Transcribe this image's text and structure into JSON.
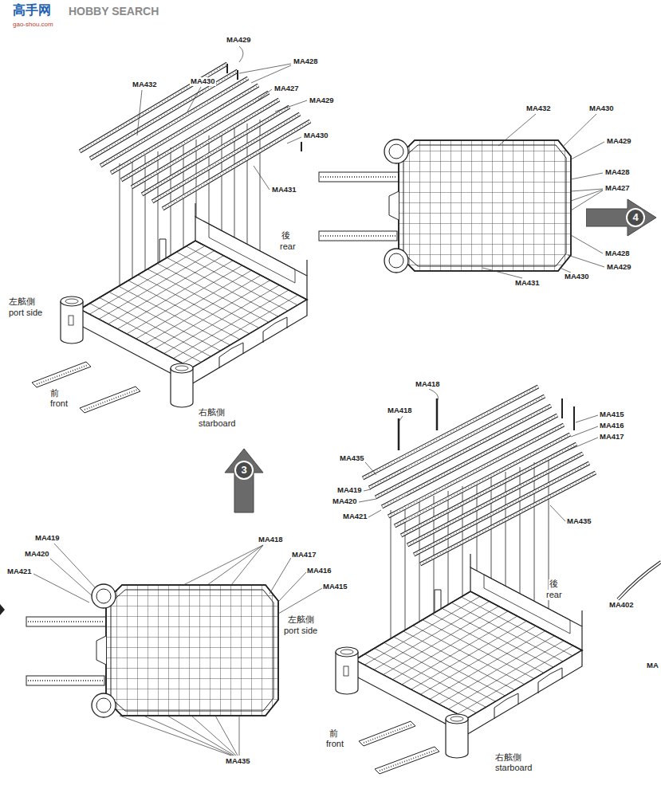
{
  "diagram": {
    "nodes": [
      {
        "text": [
          "4"
        ]
      },
      {
        "text": [
          "3"
        ]
      }
    ],
    "labels": [
      "高手网",
      "HOBBY SEARCH",
      "gao-shou.com",
      "MA429",
      "MA428",
      "MA432",
      "MA430",
      "MA427",
      "MA429",
      "MA430",
      "MA431",
      "後",
      "rear",
      "左舷側",
      "port side",
      "前",
      "front",
      "右舷側",
      "starboard",
      "MA432",
      "MA430",
      "MA429",
      "MA428",
      "MA427",
      "MA428",
      "MA429",
      "MA431",
      "MA430",
      "MA418",
      "MA418",
      "MA415",
      "MA416",
      "MA417",
      "MA435",
      "MA419",
      "MA420",
      "MA421",
      "MA435",
      "後",
      "rear",
      "MA402",
      "左舷側",
      "port side",
      "前",
      "front",
      "右舷側",
      "starboard",
      "MA",
      "MA419",
      "MA418",
      "MA420",
      "MA417",
      "MA421",
      "MA416",
      "MA415",
      "MA435"
    ]
  }
}
